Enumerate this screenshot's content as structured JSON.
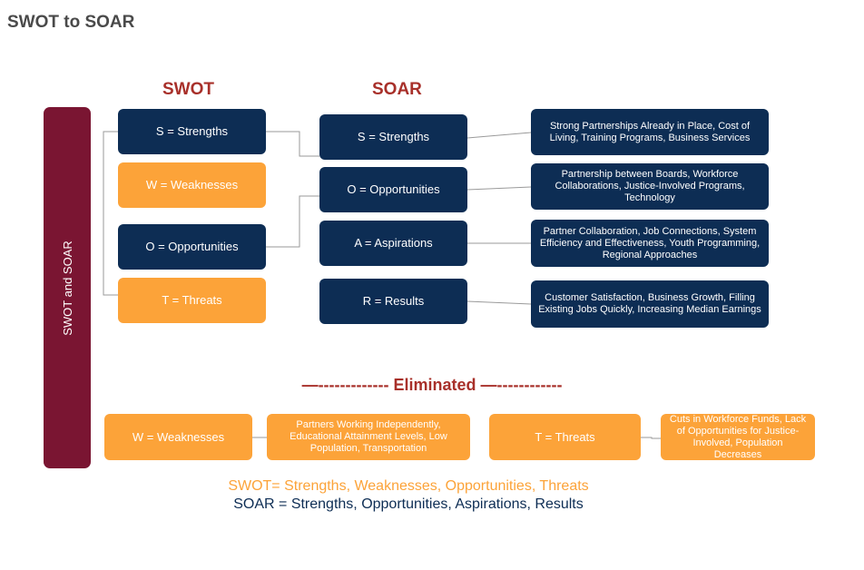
{
  "title": "SWOT to SOAR",
  "swot_heading": "SWOT",
  "soar_heading": "SOAR",
  "side_label": "SWOT and SOAR",
  "swot": {
    "strengths": "S = Strengths",
    "weaknesses": "W = Weaknesses",
    "opportunities": "O = Opportunities",
    "threats": "T = Threats"
  },
  "soar": {
    "strengths": "S = Strengths",
    "opportunities": "O = Opportunities",
    "aspirations": "A = Aspirations",
    "results": "R = Results"
  },
  "details": {
    "strengths": "Strong Partnerships Already in Place, Cost of Living, Training Programs, Business Services",
    "opportunities": "Partnership between Boards, Workforce Collaborations, Justice-Involved Programs, Technology",
    "aspirations": "Partner Collaboration, Job Connections, System Efficiency and Effectiveness, Youth Programming, Regional Approaches",
    "results": "Customer Satisfaction, Business Growth, Filling Existing Jobs Quickly, Increasing Median Earnings"
  },
  "eliminated": {
    "heading": "—------------- Eliminated —------------",
    "weaknesses": "W = Weaknesses",
    "weaknesses_detail": "Partners Working Independently, Educational Attainment Levels, Low Population, Transportation",
    "threats": "T = Threats",
    "threats_detail": "Cuts in Workforce Funds, Lack of Opportunities for Justice-Involved, Population Decreases"
  },
  "legend": {
    "swot": "SWOT= Strengths, Weaknesses, Opportunities, Threats",
    "soar": "SOAR = Strengths, Opportunities, Aspirations, Results"
  },
  "colors": {
    "navy": "#0d2d54",
    "orange": "#fca339",
    "maroon": "#7a1532",
    "heading_red": "#a8302a"
  }
}
